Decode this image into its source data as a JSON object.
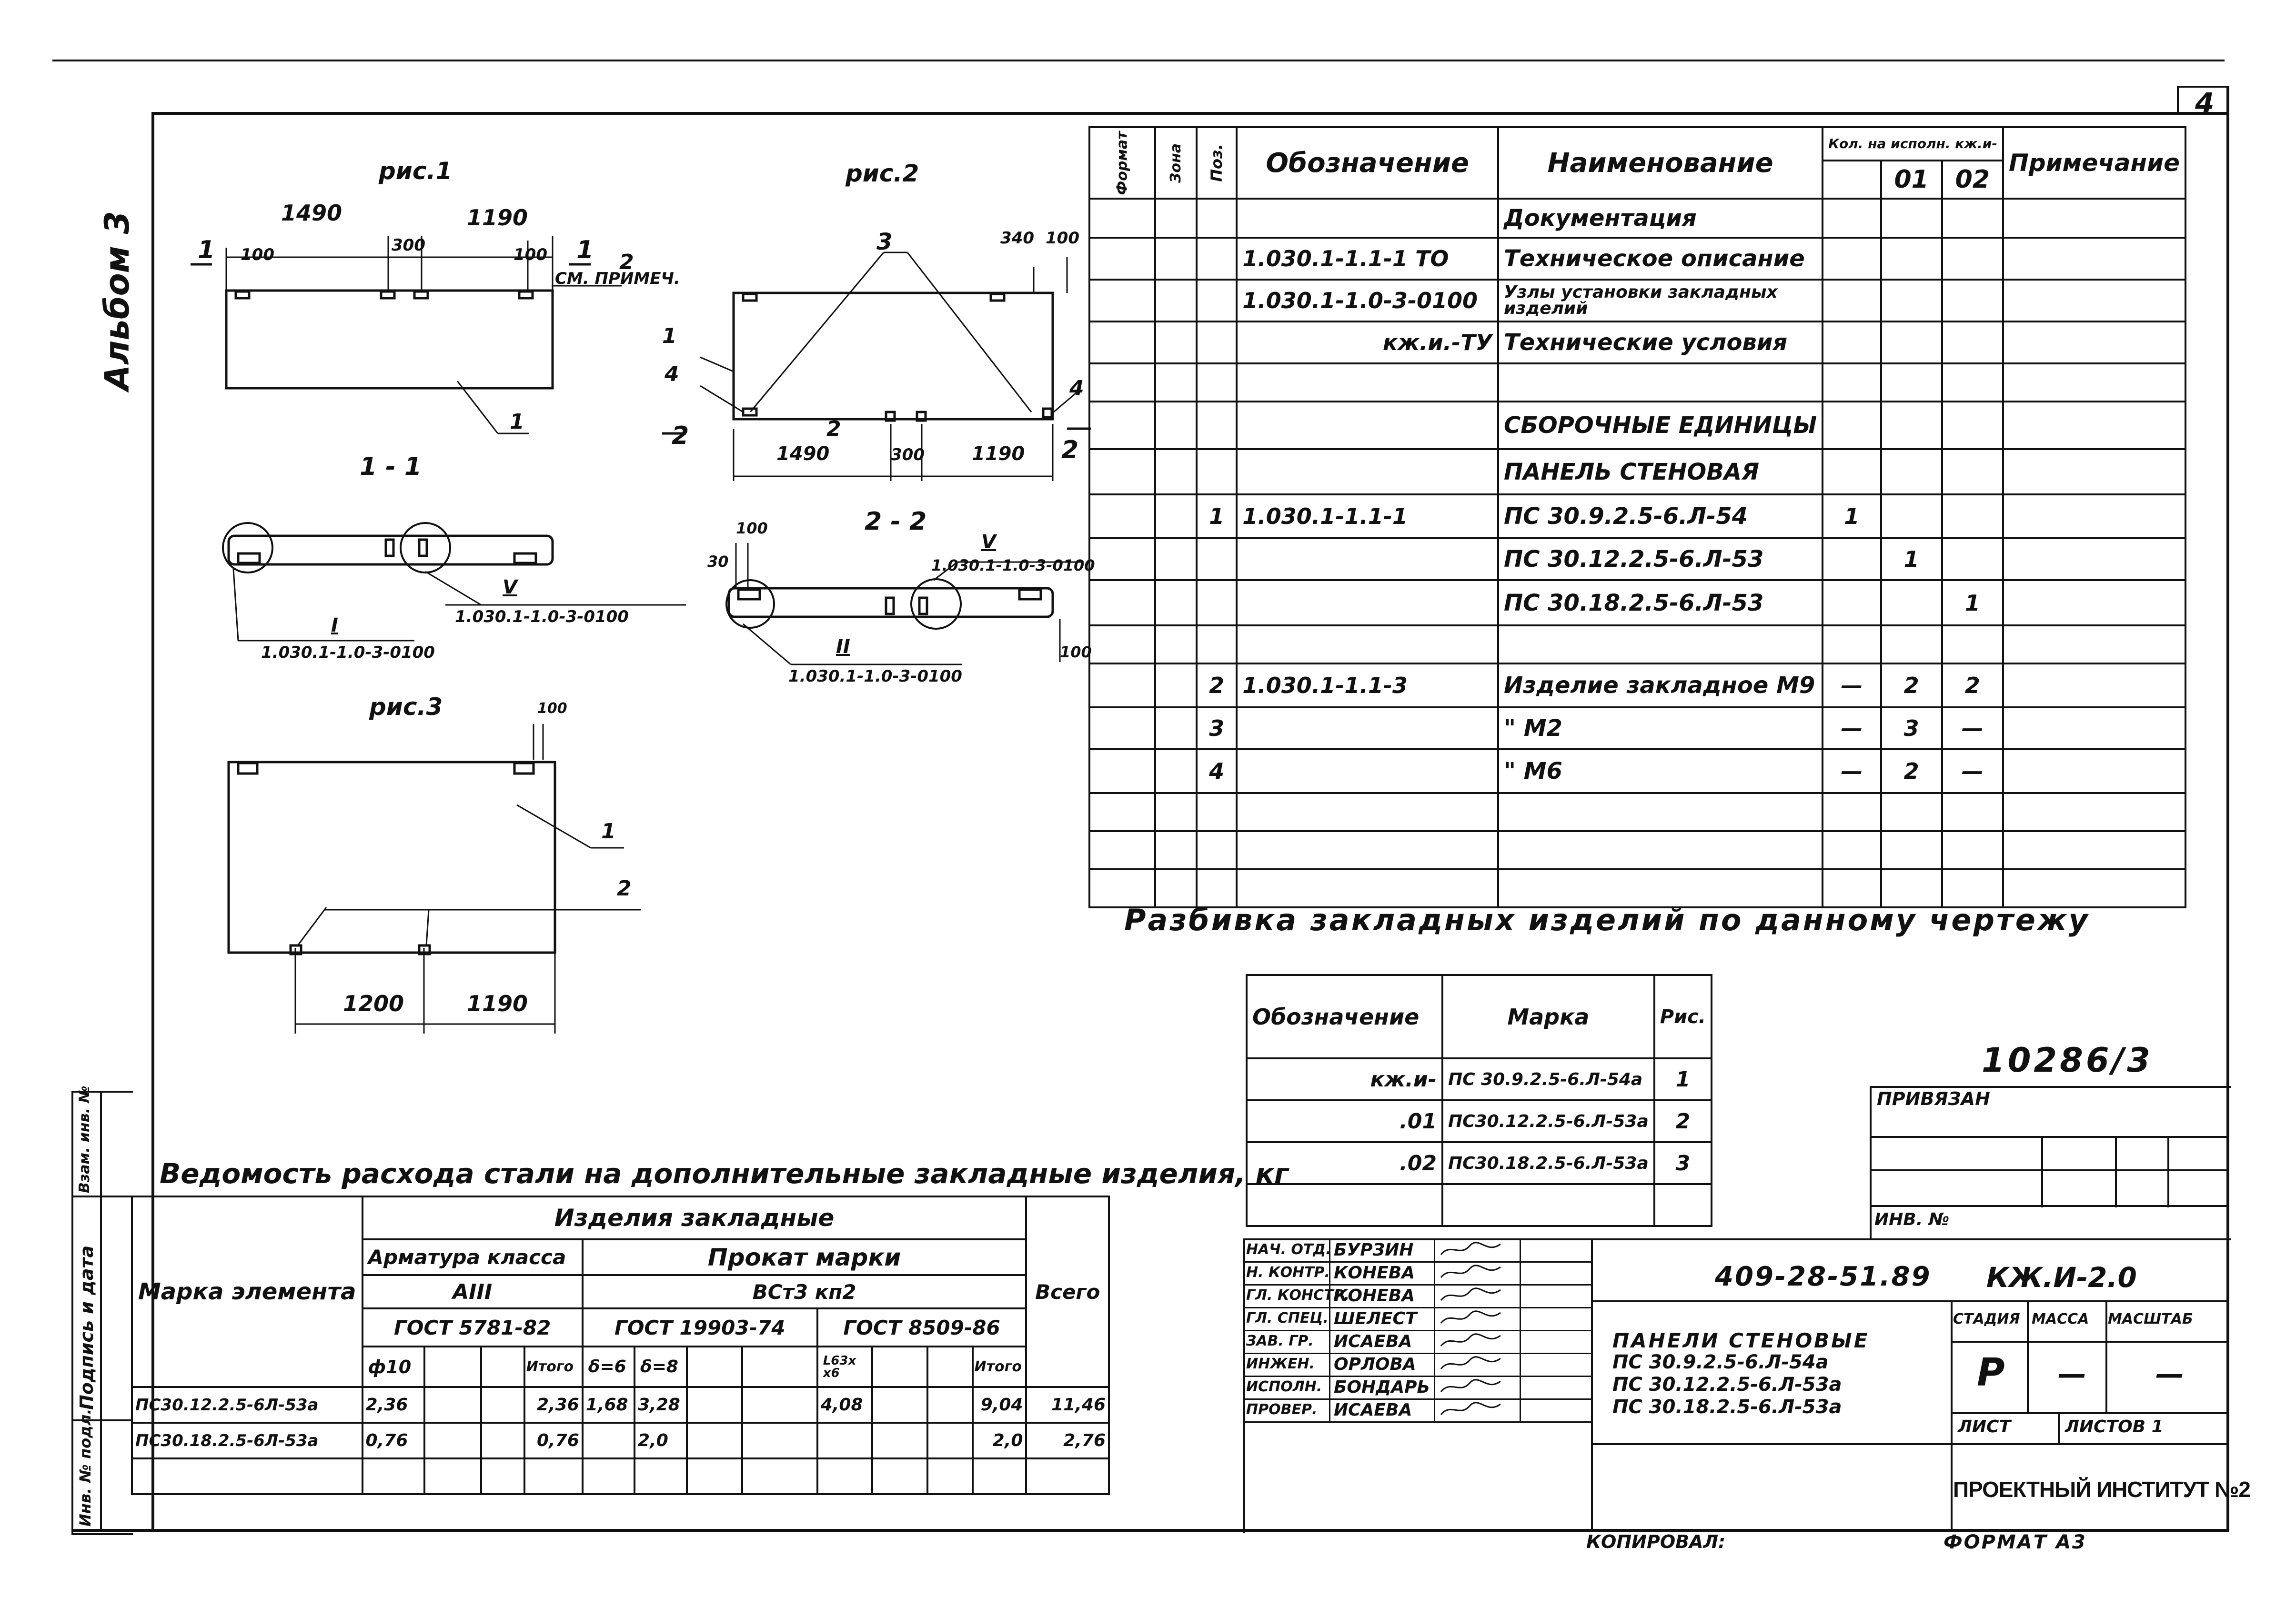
{
  "sheet": {
    "sheet_number": "4",
    "album": "Альбом 3",
    "project_code": "10286/3",
    "copied_by_label": "Копировал:",
    "format_label": "Формат А3"
  },
  "figures": {
    "fig1": {
      "title": "рис.1",
      "dim_left": "1490",
      "dim_right": "1190",
      "dim_100a": "100",
      "dim_300": "300",
      "dim_100b": "100",
      "section_mark": "1",
      "callout_2": "2",
      "callout_note": "см. примеч.",
      "callout_1": "1"
    },
    "fig2": {
      "title": "рис.2",
      "callout_3": "3",
      "dim_340": "340",
      "dim_100": "100",
      "callout_1": "1",
      "callout_4a": "4",
      "callout_4b": "4",
      "callout_2": "2",
      "dim_1490": "1490",
      "dim_300": "300",
      "dim_1190": "1190",
      "section_mark": "2"
    },
    "sec11": {
      "title": "1 - 1",
      "node_v": "V",
      "node_v_ref": "1.030.1-1.0-3-0100",
      "node_i": "I",
      "node_i_ref": "1.030.1-1.0-3-0100"
    },
    "sec22": {
      "title": "2 - 2",
      "dim_100a": "100",
      "dim_30": "30",
      "node_v": "V",
      "node_v_ref": "1.030.1-1.0-3-0100",
      "node_ii": "II",
      "node_ii_ref": "1.030.1-1.0-3-0100",
      "dim_100b": "100"
    },
    "fig3": {
      "title": "рис.3",
      "dim_100": "100",
      "callout_1": "1",
      "callout_2": "2",
      "dim_1200": "1200",
      "dim_1190": "1190"
    }
  },
  "spec": {
    "headers": {
      "format": "Формат",
      "zone": "Зона",
      "pos": "Поз.",
      "designation": "Обозначение",
      "name": "Наименование",
      "qty": "Кол. на исполн. кж.и-",
      "qty01": "01",
      "qty02": "02",
      "note": "Примечание"
    },
    "rows": [
      {
        "pos": "",
        "designation": "",
        "name": "Документация",
        "q0": "",
        "q1": "",
        "q2": "",
        "x": false,
        "kind": "section"
      },
      {
        "pos": "",
        "designation": "1.030.1-1.1-1 ТО",
        "name": "Техническое описание",
        "q0": "",
        "q1": "",
        "q2": "",
        "x": true
      },
      {
        "pos": "",
        "designation": "1.030.1-1.0-3-0100",
        "name": "Узлы установки закладных изделий",
        "q0": "",
        "q1": "",
        "q2": "",
        "x": true
      },
      {
        "pos": "",
        "designation": "кж.и.-ТУ",
        "name": "Технические условия",
        "q0": "",
        "q1": "",
        "q2": "",
        "x": true
      },
      {
        "pos": "",
        "designation": "",
        "name": "",
        "q0": "",
        "q1": "",
        "q2": "",
        "x": false
      },
      {
        "pos": "",
        "designation": "",
        "name": "Сборочные единицы",
        "q0": "",
        "q1": "",
        "q2": "",
        "x": false
      },
      {
        "pos": "",
        "designation": "",
        "name": "Панель стеновая",
        "q0": "",
        "q1": "",
        "q2": "",
        "x": false
      },
      {
        "pos": "1",
        "designation": "1.030.1-1.1-1",
        "name": "ПС 30.9.2.5-6.Л-54",
        "q0": "1",
        "q1": "",
        "q2": "",
        "x": false
      },
      {
        "pos": "",
        "designation": "",
        "name": "ПС 30.12.2.5-6.Л-53",
        "q0": "",
        "q1": "1",
        "q2": "",
        "x": false
      },
      {
        "pos": "",
        "designation": "",
        "name": "ПС 30.18.2.5-6.Л-53",
        "q0": "",
        "q1": "",
        "q2": "1",
        "x": false
      },
      {
        "pos": "",
        "designation": "",
        "name": "",
        "q0": "",
        "q1": "",
        "q2": "",
        "x": false
      },
      {
        "pos": "2",
        "designation": "1.030.1-1.1-3",
        "name": "Изделие закладное М9",
        "q0": "—",
        "q1": "2",
        "q2": "2",
        "x": false
      },
      {
        "pos": "3",
        "designation": "",
        "name": "\"                  М2",
        "q0": "—",
        "q1": "3",
        "q2": "—",
        "x": false
      },
      {
        "pos": "4",
        "designation": "",
        "name": "\"                  М6",
        "q0": "—",
        "q1": "2",
        "q2": "—",
        "x": false
      },
      {
        "pos": "",
        "designation": "",
        "name": "",
        "q0": "",
        "q1": "",
        "q2": "",
        "x": false
      },
      {
        "pos": "",
        "designation": "",
        "name": "",
        "q0": "",
        "q1": "",
        "q2": "",
        "x": false
      },
      {
        "pos": "",
        "designation": "",
        "name": "",
        "q0": "",
        "q1": "",
        "q2": "",
        "x": false
      }
    ]
  },
  "breakdown": {
    "title": "Разбивка закладных изделий по данному чертежу",
    "headers": {
      "designation": "Обозначение",
      "mark": "Марка",
      "fig": "Рис."
    },
    "rows": [
      {
        "designation": "кж.и-",
        "mark": "ПС 30.9.2.5-6.Л-54а",
        "fig": "1"
      },
      {
        "designation": ".01",
        "mark": "ПС30.12.2.5-6.Л-53а",
        "fig": "2"
      },
      {
        "designation": ".02",
        "mark": "ПС30.18.2.5-6.Л-53а",
        "fig": "3"
      },
      {
        "designation": "",
        "mark": "",
        "fig": ""
      }
    ]
  },
  "steel": {
    "title": "Ведомость расхода стали на дополнительные закладные изделия, кг",
    "h_mark": "Марка элемента",
    "h_items": "Изделия закладные",
    "h_rebar": "Арматура класса",
    "h_rebar_cls": "АIII",
    "h_rebar_gost": "ГОСТ 5781-82",
    "h_rolled": "Прокат марки",
    "h_rolled_grade": "ВСт3 кп2",
    "h_gost1": "ГОСТ 19903-74",
    "h_gost2": "ГОСТ 8509-86",
    "h_total": "Всего",
    "h_d10": "ф10",
    "h_itogo": "Итого",
    "h_d6": "δ=6",
    "h_d8": "δ=8",
    "h_l63": "L63х х6",
    "h_itogo2": "Итого",
    "rows": [
      {
        "mark": "ПС30.12.2.5-6Л-53а",
        "d10": "2,36",
        "it1": "2,36",
        "d6": "1,68",
        "d8": "3,28",
        "l63": "4,08",
        "it2": "9,04",
        "total": "11,46"
      },
      {
        "mark": "ПС30.18.2.5-6Л-53а",
        "d10": "0,76",
        "it1": "0,76",
        "d6": "",
        "d8": "2,0",
        "l63": "",
        "it2": "2,0",
        "total": "2,76"
      },
      {
        "mark": "",
        "d10": "",
        "it1": "",
        "d6": "",
        "d8": "",
        "l63": "",
        "it2": "",
        "total": ""
      }
    ]
  },
  "sidebar": {
    "inv_orig": "Инв. № подл.",
    "sign_date": "Подпись и дата",
    "replaces": "Взам. инв. №"
  },
  "linked": {
    "label": "Привязан",
    "inv_label": "Инв. №"
  },
  "titleblock": {
    "doc_code": "409-28-51.89",
    "doc_mark": "КЖ.И-2.0",
    "desc_line1": "Панели стеновые",
    "desc_line2": "ПС 30.9.2.5-6.Л-54а",
    "desc_line3": "ПС 30.12.2.5-6.Л-53а",
    "desc_line4": "ПС 30.18.2.5-6.Л-53а",
    "stage_label": "Стадия",
    "mass_label": "Масса",
    "scale_label": "Масштаб",
    "stage": "Р",
    "mass": "—",
    "scale": "—",
    "sheet_label": "Лист",
    "sheets_label": "Листов 1",
    "org": "Проектный институт №2",
    "roles": [
      {
        "role": "Нач. отд.",
        "name": "Бурзин"
      },
      {
        "role": "Н. контр.",
        "name": "Конева"
      },
      {
        "role": "Гл. констр.",
        "name": "Конева"
      },
      {
        "role": "Гл. спец.",
        "name": "Шелест"
      },
      {
        "role": "Зав. гр.",
        "name": "Исаева"
      },
      {
        "role": "Инжен.",
        "name": "Орлова"
      },
      {
        "role": "Исполн.",
        "name": "Бондарь"
      },
      {
        "role": "Провер.",
        "name": "Исаева"
      }
    ]
  }
}
